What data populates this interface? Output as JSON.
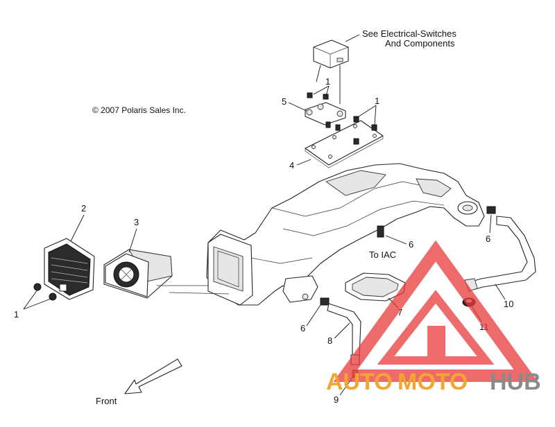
{
  "copyright": "© 2007 Polaris Sales Inc.",
  "note_electrical": {
    "line1": "See Electrical-Switches",
    "line2": "And Components"
  },
  "note_iac": "To IAC",
  "front_label": "Front",
  "callouts": {
    "c1_top": "1",
    "c1_right": "1",
    "c1_left": "1",
    "c2": "2",
    "c3": "3",
    "c4": "4",
    "c5": "5",
    "c6_iac": "6",
    "c6_right": "6",
    "c6_lower": "6",
    "c7": "7",
    "c8": "8",
    "c9": "9",
    "c10": "10",
    "c11": "11"
  },
  "watermark": {
    "text_auto": "AUTO",
    "text_moto": "MOTO",
    "text_hub": "HUB",
    "color_red": "#e83a3a",
    "color_orange": "#f2a531",
    "color_grey": "#8a8a8a"
  }
}
